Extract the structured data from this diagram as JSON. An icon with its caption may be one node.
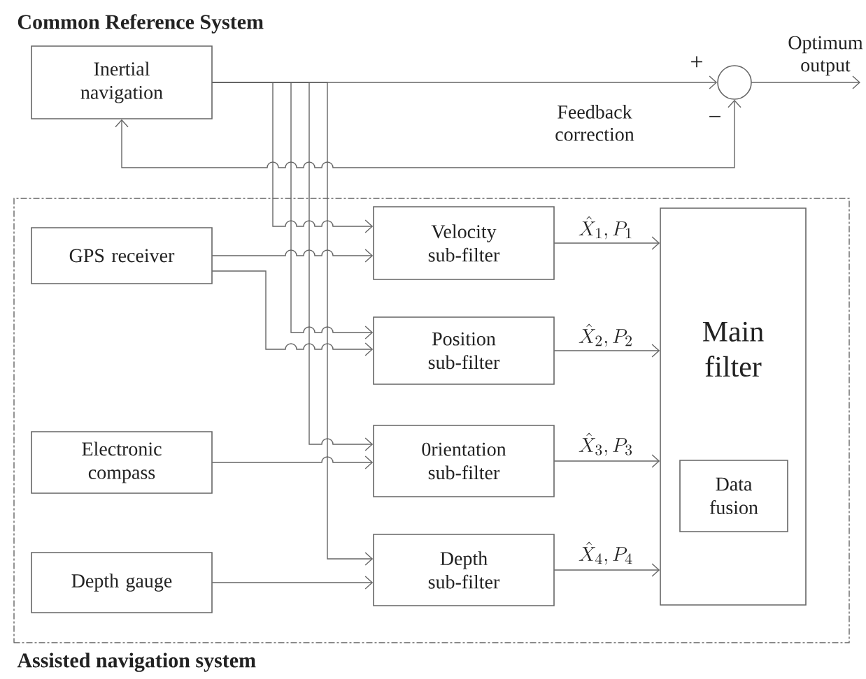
{
  "diagram": {
    "title": "Common Reference System",
    "nodes": [
      {
        "text": [
          "Inertial navigation"
        ]
      },
      {
        "text": [],
        "shape": "circle"
      },
      {
        "text": [
          "Assisted navigation system"
        ]
      },
      {
        "text": [
          "GPS receiver"
        ],
        "in": 2
      },
      {
        "text": [
          "Electronic compass"
        ],
        "in": 2
      },
      {
        "text": [
          "Depth gauge"
        ],
        "in": 2
      },
      {
        "text": [
          "Velocity sub-filter"
        ],
        "in": 2
      },
      {
        "text": [
          "Position sub-filter"
        ],
        "in": 2
      },
      {
        "text": [
          "0rientation sub-filter"
        ],
        "in": 2
      },
      {
        "text": [
          "Depth sub-filter"
        ],
        "in": 2
      },
      {
        "text": [
          "Main filter"
        ],
        "in": 2
      },
      {
        "text": [
          "Data fusion"
        ],
        "in": 10
      }
    ],
    "edges": [
      {
        "from": 0,
        "to": 1,
        "arrow": "to"
      },
      {
        "from": 1,
        "to": null,
        "arrow": "to",
        "label": "Optimum output"
      },
      {
        "from": 1,
        "to": 0,
        "arrow": "both",
        "label": "Feedback correction"
      },
      {
        "from": 0,
        "to": 6,
        "arrow": "to"
      },
      {
        "from": 0,
        "to": 7,
        "arrow": "to"
      },
      {
        "from": 0,
        "to": 8,
        "arrow": "to"
      },
      {
        "from": 0,
        "to": 9,
        "arrow": "to"
      },
      {
        "from": 3,
        "to": 6,
        "arrow": "to"
      },
      {
        "from": 3,
        "to": 7,
        "arrow": "to"
      },
      {
        "from": 4,
        "to": 8,
        "arrow": "to"
      },
      {
        "from": 5,
        "to": 9,
        "arrow": "to"
      },
      {
        "from": 6,
        "to": 10,
        "arrow": "to",
        "label": "\\hat{X}_1, P_1"
      },
      {
        "from": 7,
        "to": 10,
        "arrow": "to",
        "label": "\\hat{X}_2, P_2"
      },
      {
        "from": 8,
        "to": 10,
        "arrow": "to",
        "label": "\\hat{X}_3, P_3"
      },
      {
        "from": 9,
        "to": 10,
        "arrow": "to",
        "label": "\\hat{X}_4, P_4"
      }
    ],
    "labels": [
      "+",
      "−"
    ]
  }
}
